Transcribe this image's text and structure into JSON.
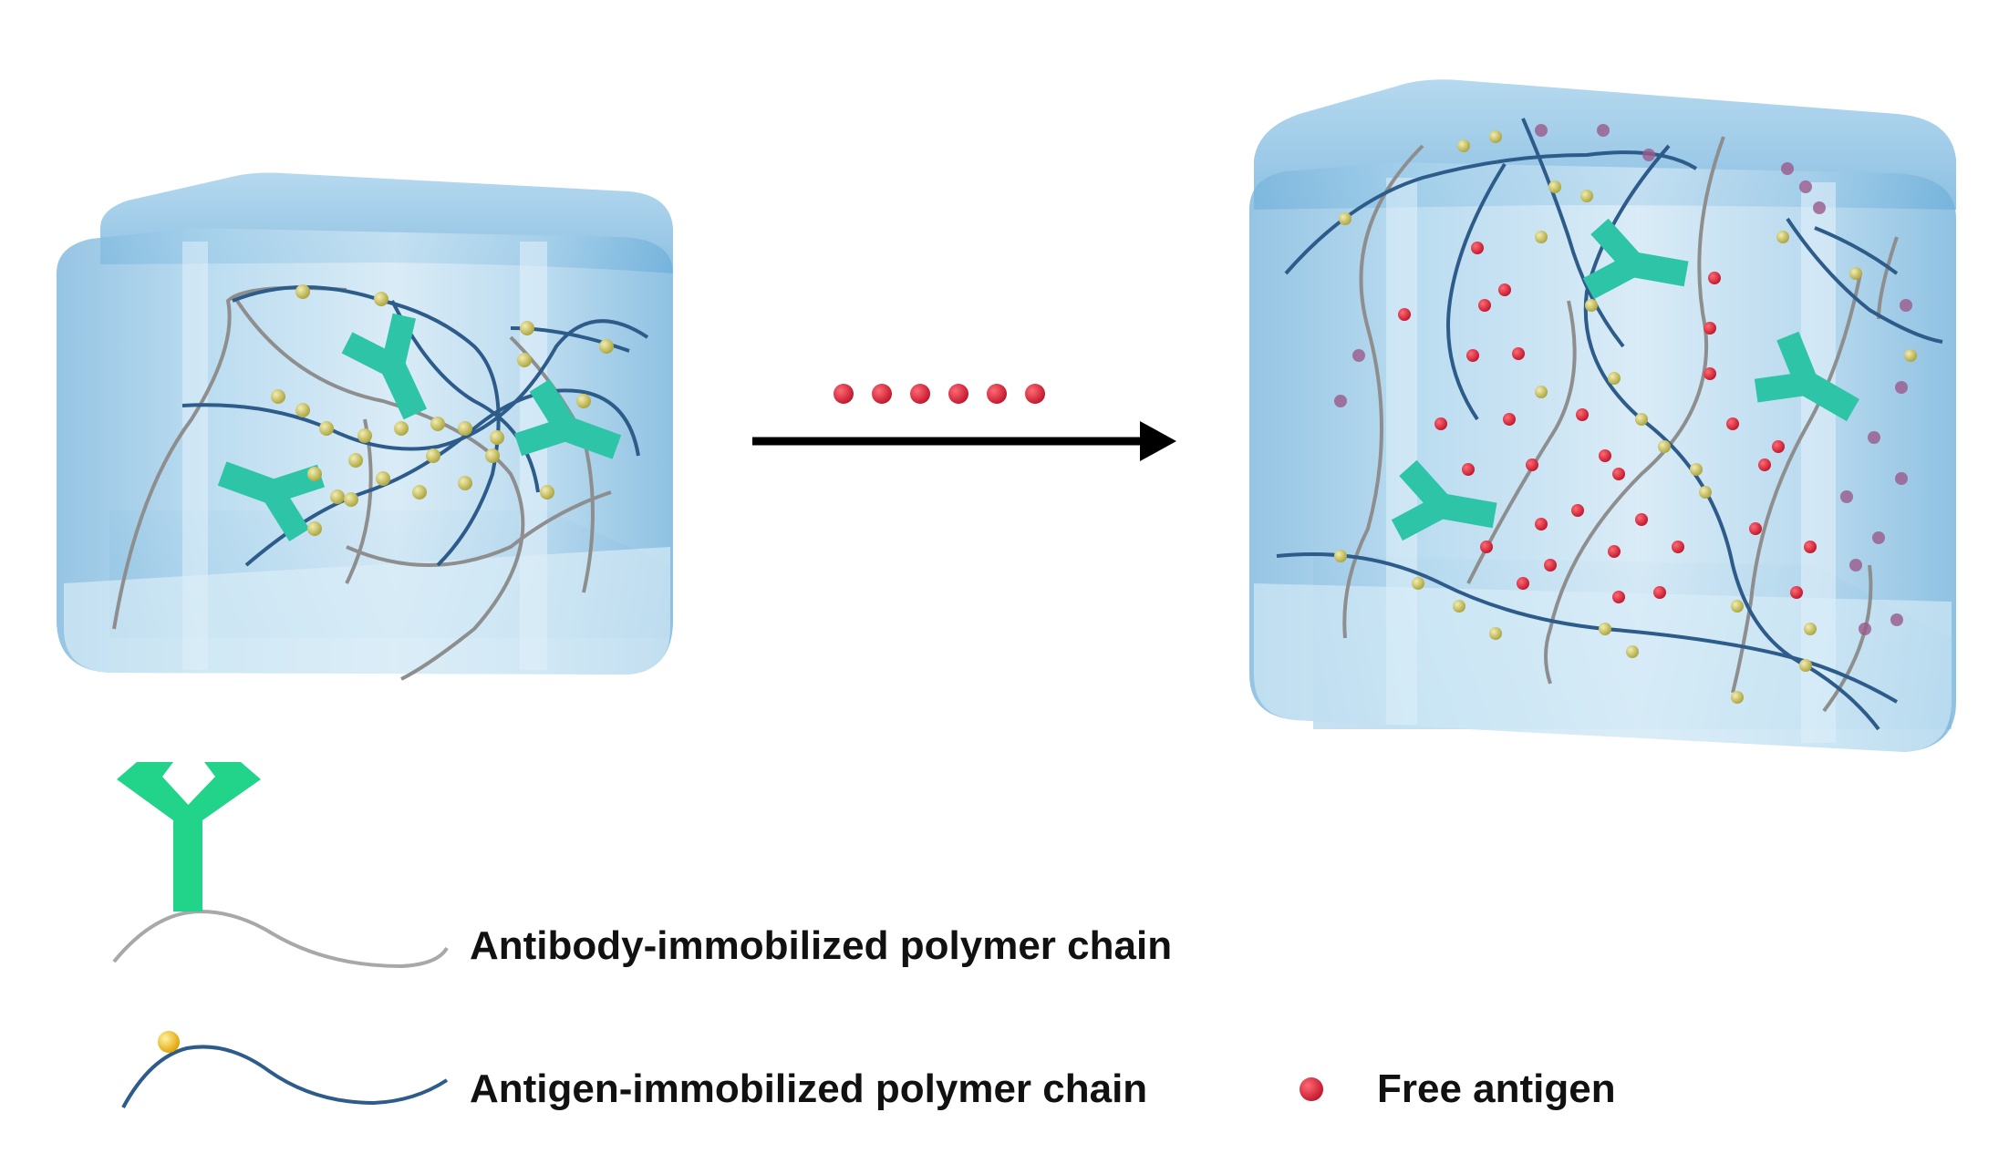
{
  "legend": {
    "antibody_chain": "Antibody-immobilized polymer chain",
    "antigen_chain": "Antigen-immobilized polymer chain",
    "free_antigen": "Free antigen"
  },
  "colors": {
    "gel_face": "#8cc3e2",
    "gel_top": "#7cb6dc",
    "antibody": "#2ec4a8",
    "antibody_legend": "#22d48a",
    "antigen_bead": "#c9c45a",
    "free_antigen": "#e0263a",
    "arrow": "#000000",
    "chain_antibody": "#9a9a9a",
    "chain_antigen": "#2d5b8a"
  },
  "icons": {
    "antibody": "antibody-y-icon",
    "antigen": "antigen-bead-icon",
    "free_antigen": "free-antigen-dot-icon",
    "arrow": "right-arrow-icon"
  }
}
